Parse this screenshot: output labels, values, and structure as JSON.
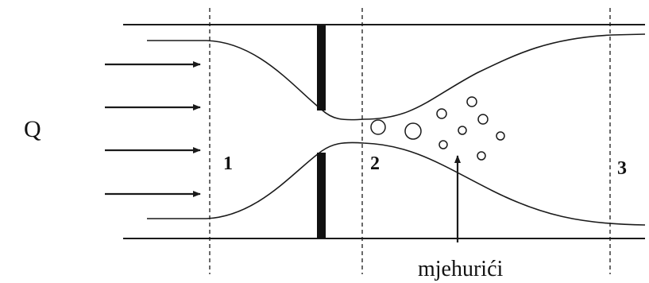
{
  "diagram": {
    "flow_label": "Q",
    "sections": [
      "1",
      "2",
      "3"
    ],
    "bubbles_label": "mjehurići"
  }
}
